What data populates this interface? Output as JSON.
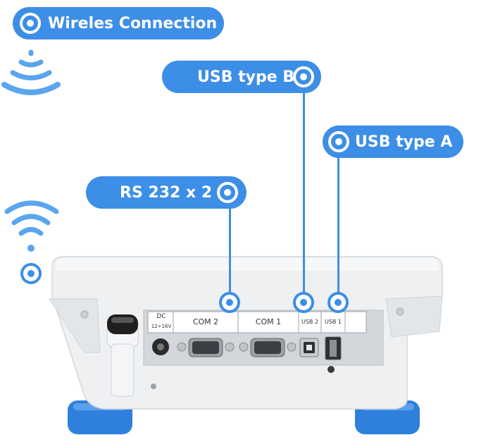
{
  "callouts": {
    "wireless": "Wireles Connection",
    "usb_b": "USB type B",
    "usb_a": "USB type A",
    "rs232": "RS 232 x 2"
  },
  "ports": {
    "dc": "DC",
    "dc_voltage": "12÷16V",
    "com2": "COM 2",
    "com1": "COM 1",
    "usb2": "USB 2",
    "usb1": "USB 1"
  },
  "colors": {
    "accent": "#3d8ee6",
    "foot": "#2f7fdc",
    "body": "#eef0f2"
  },
  "icons": [
    "wifi-icon",
    "wireless-signal-icon",
    "connector-ring-icon"
  ]
}
